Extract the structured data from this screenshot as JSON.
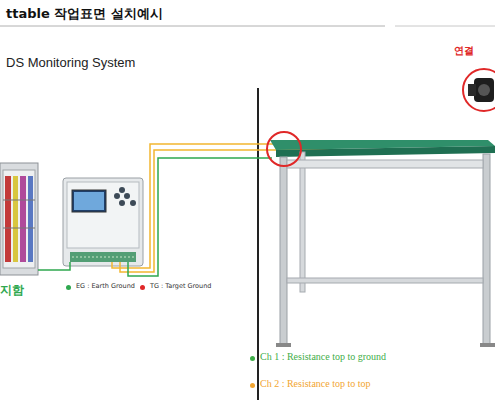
{
  "diagram": {
    "title": "ttable 작업표면 설치예시",
    "nodes": [
      {
        "text": [
          "지함"
        ]
      },
      {
        "text": [
          "연결"
        ]
      }
    ],
    "labels": [
      "DS Monitoring System"
    ],
    "legend": [
      {
        "text": "EG : Earth Ground",
        "color": "#2fa84f"
      },
      {
        "text": "TG : Target Ground",
        "color": "#e02828"
      },
      {
        "text": "Ch 1 : Resistance top to ground",
        "color": "#3fae49"
      },
      {
        "text": "Ch 2 : Resistance top to top",
        "color": "#f2a531"
      }
    ]
  }
}
